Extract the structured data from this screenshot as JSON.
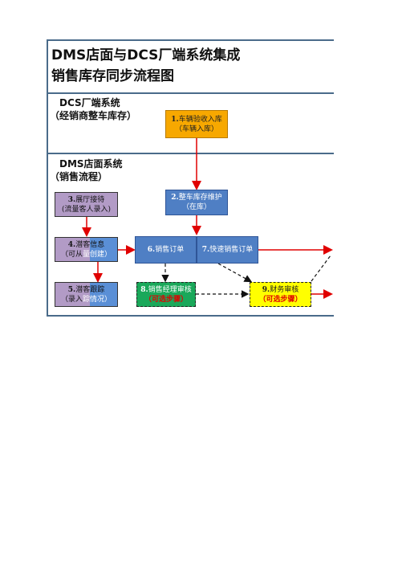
{
  "header": {
    "title_line1": "DMS店面与DCS厂端系统集成",
    "title_line2": "销售库存同步流程图"
  },
  "sections": {
    "dcs_line1": "DCS厂端系统",
    "dcs_line2": "（经销商整车库存）",
    "dms_line1": "DMS店面系统",
    "dms_line2": "（销售流程）"
  },
  "nodes": {
    "n1": {
      "num": "1.",
      "line1": "车辆验收入库",
      "line2": "（车辆入库）"
    },
    "n2": {
      "num": "2.",
      "line1": "整车库存维护",
      "line2": "（在库）"
    },
    "n3": {
      "num": "3.",
      "line1": "展厅接待",
      "line2": "(流量客人录入)"
    },
    "n4": {
      "num": "4.",
      "line1": "潜客信息",
      "line2": "（可从",
      "line2b": "量创建）"
    },
    "n5": {
      "num": "5.",
      "line1": "潜客跟踪",
      "line2": "（录入",
      "line2b": "踪情况）"
    },
    "n6": {
      "num": "6.",
      "line1": "销售订单"
    },
    "n7": {
      "num": "7.",
      "line1": "快速销售订单"
    },
    "n8": {
      "num": "8.",
      "line1": "销售经理审核",
      "line2": "（可选步骤）"
    },
    "n9": {
      "num": "9.",
      "line1": "财务审核",
      "line2": "（可选步骤）"
    }
  },
  "colors": {
    "frame": "#4a6b8a",
    "arrow_red": "#e00000",
    "arrow_dashed": "#111111"
  }
}
